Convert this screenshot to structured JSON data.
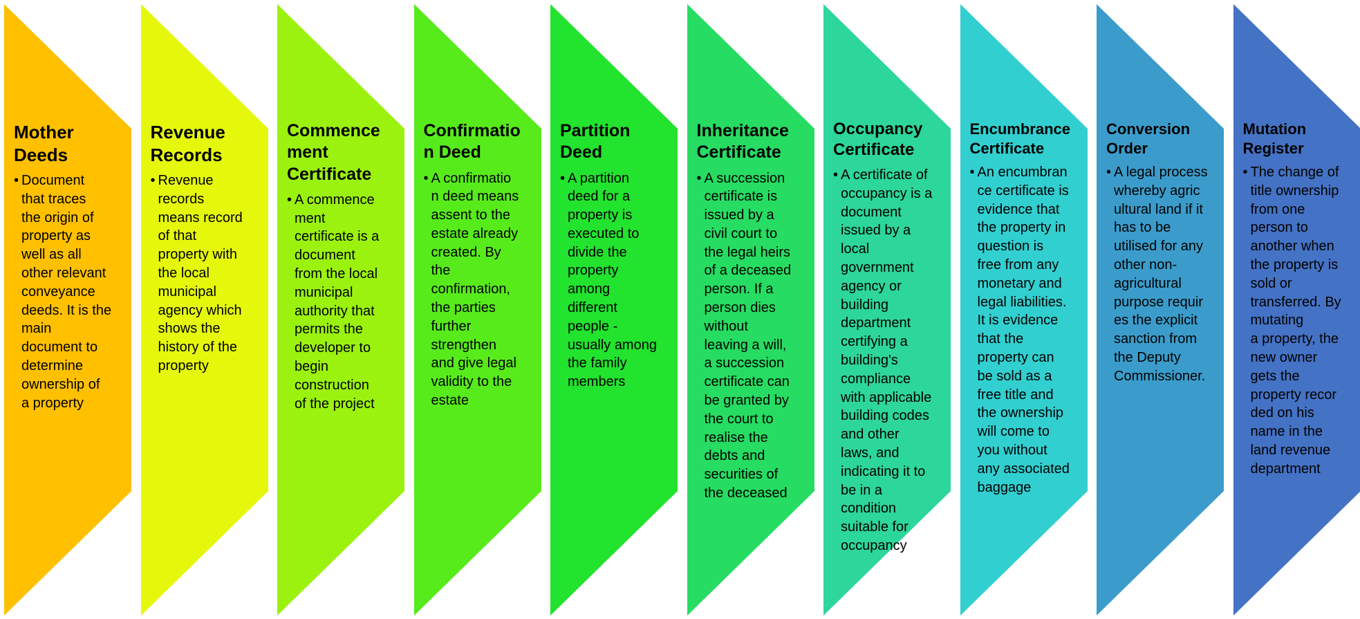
{
  "steps": [
    {
      "title": "Mother\nDeeds",
      "text": "Document\nthat traces\nthe origin of\nproperty as\nwell as all\nother relevant\nconveyance\ndeeds. It is the\nmain\ndocument to\ndetermine\nownership of\na property",
      "color": "#FFC000"
    },
    {
      "title": "Revenue\nRecords",
      "text": "Revenue\nrecords\nmeans record\nof that\nproperty with\nthe local\nmunicipal\nagency which\nshows the\nhistory of the\nproperty",
      "color": "#E5F80C"
    },
    {
      "title": "Commence\nment\nCertificate",
      "text": "A commence\nment\ncertificate is a\ndocument\nfrom the local\nmunicipal\nauthority that\npermits the\ndeveloper to\nbegin\nconstruction\nof the project",
      "color": "#9BF20F"
    },
    {
      "title": "Confirmatio\nn Deed",
      "text": "A confirmatio\nn deed means\nassent to the\nestate already\ncreated. By\nthe\nconfirmation,\nthe parties\nfurther\nstrengthen\nand give legal\nvalidity to the\nestate",
      "color": "#57EB1B"
    },
    {
      "title": "Partition\nDeed",
      "text": "A partition\ndeed for a\nproperty is\nexecuted to\ndivide the\nproperty\namong\ndifferent\npeople -\nusually among\nthe family\nmembers",
      "color": "#22E32E"
    },
    {
      "title": "Inheritance\nCertificate",
      "text": "A succession\ncertificate is\nissued by a\ncivil court to\nthe legal heirs\nof a deceased\nperson. If a\nperson dies\nwithout\nleaving a will,\na succession\ncertificate can\nbe granted by\nthe court to\nrealise the\ndebts and\nsecurities of\nthe deceased",
      "color": "#26DC62"
    },
    {
      "title": "Occupancy\nCertificate",
      "text": "A certificate of\noccupancy is a\ndocument\nissued by a\nlocal\ngovernment\nagency or\nbuilding\ndepartment\ncertifying a\nbuilding's\ncompliance\nwith applicable\nbuilding codes\nand other\nlaws, and\nindicating it to\nbe in a\ncondition\nsuitable for\noccupancy",
      "color": "#2DD69A"
    },
    {
      "title": "Encumbrance\nCertificate",
      "text": "An encumbran\nce certificate is\nevidence that\nthe property in\nquestion is\nfree from any\nmonetary and\nlegal liabilities.\nIt is evidence\nthat the\nproperty can\nbe sold as a\nfree title and\nthe ownership\nwill come to\nyou without\nany associated\nbaggage",
      "color": "#32CFD0"
    },
    {
      "title": "Conversion\nOrder",
      "text": "A legal process\nwhereby agric\nultural land if it\nhas to be\nutilised for any\nother non-\nagricultural\npurpose requir\nes the explicit\nsanction from\nthe Deputy\nCommissioner.",
      "color": "#3B9CCB"
    },
    {
      "title": "Mutation\nRegister",
      "text": "The change of\ntitle ownership\nfrom one\nperson to\nanother when\nthe property is\nsold or\ntransferred. By\nmutating\na property, the\nnew owner\ngets the\nproperty recor\nded on his\nname in the\nland revenue\ndepartment",
      "color": "#4472C4"
    }
  ]
}
